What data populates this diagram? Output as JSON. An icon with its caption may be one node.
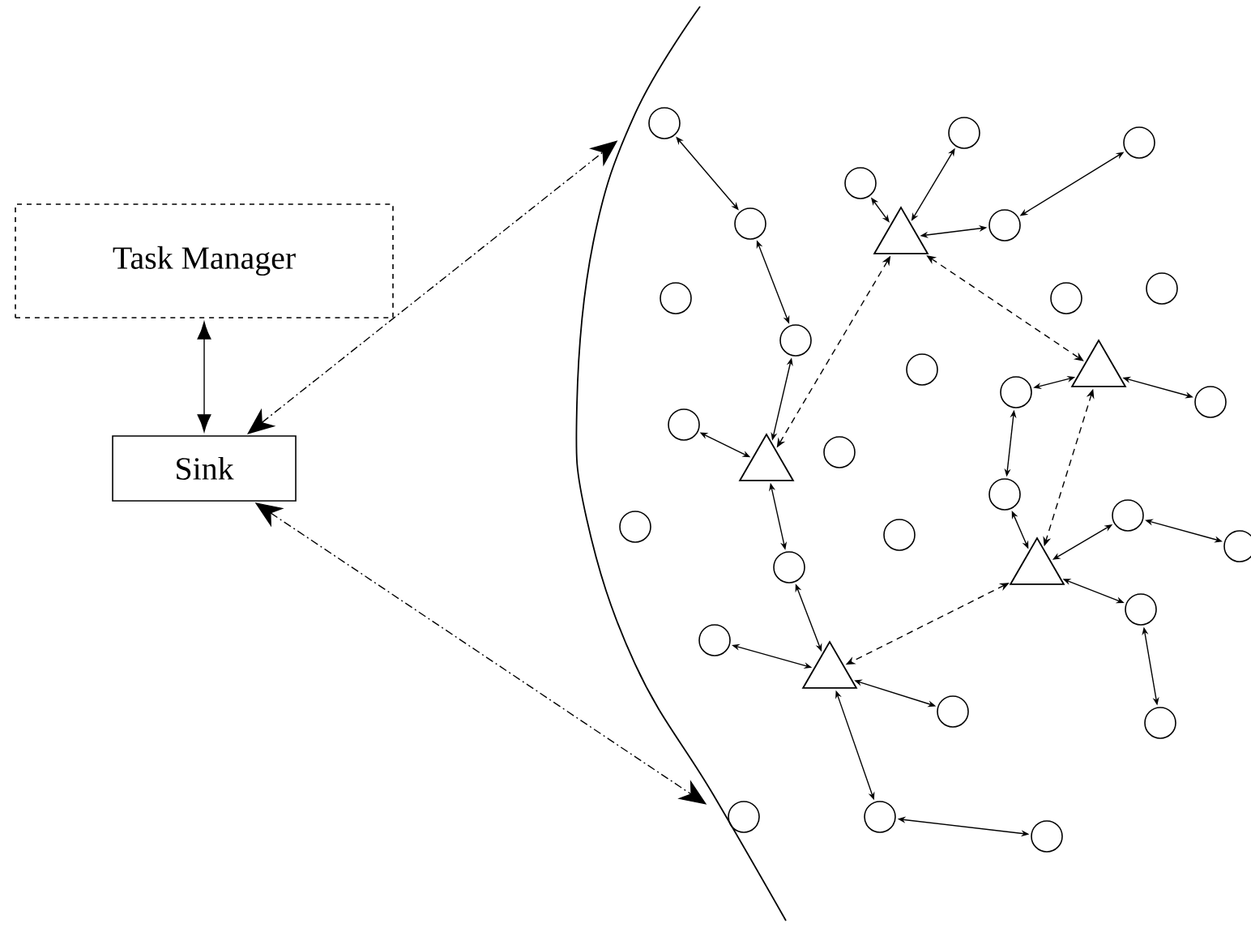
{
  "diagram": {
    "nodes": [
      {
        "text": [
          "Task Manager"
        ]
      },
      {
        "text": [
          "Sink"
        ]
      },
      {
        "text": [],
        "shape": "triangle"
      },
      {
        "text": [],
        "shape": "triangle"
      },
      {
        "text": [],
        "shape": "triangle"
      },
      {
        "text": [],
        "shape": "triangle"
      },
      {
        "text": [],
        "shape": "triangle"
      },
      {
        "text": [],
        "shape": "circle"
      },
      {
        "text": [],
        "shape": "circle"
      },
      {
        "text": [],
        "shape": "circle"
      },
      {
        "text": [],
        "shape": "circle"
      },
      {
        "text": [],
        "shape": "circle"
      },
      {
        "text": [],
        "shape": "circle"
      },
      {
        "text": [],
        "shape": "circle"
      },
      {
        "text": [],
        "shape": "circle"
      },
      {
        "text": [],
        "shape": "circle"
      },
      {
        "text": [],
        "shape": "circle"
      },
      {
        "text": [],
        "shape": "circle"
      },
      {
        "text": [],
        "shape": "circle"
      },
      {
        "text": [],
        "shape": "circle"
      },
      {
        "text": [],
        "shape": "circle"
      },
      {
        "text": [],
        "shape": "circle"
      },
      {
        "text": [],
        "shape": "circle"
      },
      {
        "text": [],
        "shape": "circle"
      },
      {
        "text": [],
        "shape": "circle"
      },
      {
        "text": [],
        "shape": "circle"
      },
      {
        "text": [],
        "shape": "circle"
      },
      {
        "text": [],
        "shape": "circle"
      },
      {
        "text": [],
        "shape": "circle"
      },
      {
        "text": [],
        "shape": "circle"
      },
      {
        "text": [],
        "shape": "circle"
      },
      {
        "text": [],
        "shape": "circle"
      },
      {
        "text": [],
        "shape": "circle"
      },
      {
        "text": [],
        "shape": "circle"
      },
      {
        "text": [],
        "shape": "circle"
      }
    ],
    "edges": [
      {
        "from": 0,
        "to": 1,
        "arrow": "both"
      },
      {
        "from": 1,
        "to": null,
        "arrow": "both",
        "style": "dashed"
      },
      {
        "from": 1,
        "to": null,
        "arrow": "both",
        "style": "dashed"
      },
      {
        "from": 4,
        "to": 2,
        "arrow": "both",
        "style": "dashed"
      },
      {
        "from": 2,
        "to": 3,
        "arrow": "both",
        "style": "dashed"
      },
      {
        "from": 3,
        "to": 5,
        "arrow": "both",
        "style": "dashed"
      },
      {
        "from": 5,
        "to": 6,
        "arrow": "both",
        "style": "dashed"
      },
      {
        "from": 7,
        "to": 8,
        "arrow": "both"
      },
      {
        "from": 8,
        "to": 9,
        "arrow": "both"
      },
      {
        "from": 9,
        "to": 4,
        "arrow": "both"
      },
      {
        "from": 11,
        "to": 4,
        "arrow": "both"
      },
      {
        "from": 4,
        "to": 13,
        "arrow": "both"
      },
      {
        "from": 13,
        "to": 6,
        "arrow": "both"
      },
      {
        "from": 14,
        "to": 6,
        "arrow": "both"
      },
      {
        "from": 6,
        "to": 31,
        "arrow": "both"
      },
      {
        "from": 6,
        "to": 32,
        "arrow": "both"
      },
      {
        "from": 32,
        "to": 33,
        "arrow": "both"
      },
      {
        "from": 16,
        "to": 2,
        "arrow": "both"
      },
      {
        "from": 17,
        "to": 2,
        "arrow": "both"
      },
      {
        "from": 2,
        "to": 19,
        "arrow": "both"
      },
      {
        "from": 19,
        "to": 18,
        "arrow": "both"
      },
      {
        "from": 3,
        "to": 25,
        "arrow": "both"
      },
      {
        "from": 3,
        "to": 26,
        "arrow": "both"
      },
      {
        "from": 25,
        "to": 27,
        "arrow": "both"
      },
      {
        "from": 27,
        "to": 5,
        "arrow": "both"
      },
      {
        "from": 5,
        "to": 28,
        "arrow": "both"
      },
      {
        "from": 28,
        "to": 29,
        "arrow": "both"
      },
      {
        "from": 5,
        "to": 30,
        "arrow": "both"
      },
      {
        "from": 30,
        "to": 34,
        "arrow": "both"
      }
    ]
  }
}
